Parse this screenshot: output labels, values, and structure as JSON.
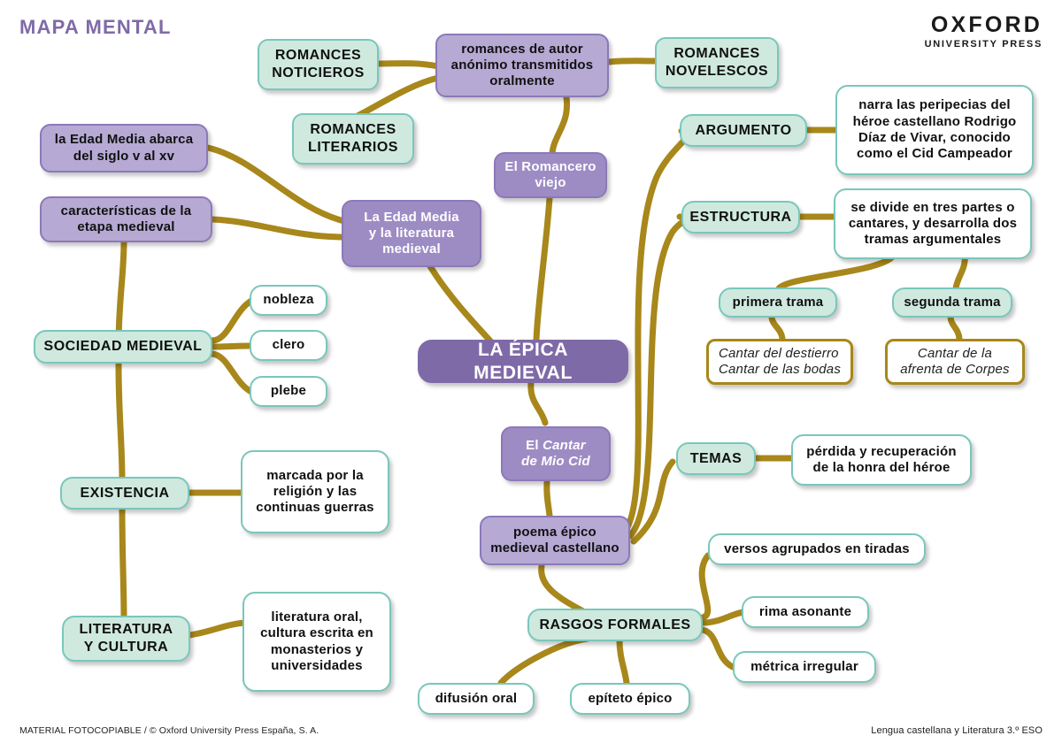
{
  "header": {
    "title": "MAPA MENTAL",
    "logo_line1": "OXFORD",
    "logo_line2": "UNIVERSITY PRESS"
  },
  "footer": {
    "left": "MATERIAL FOTOCOPIABLE / © Oxford University Press España, S. A.",
    "right": "Lengua castellana y Literatura 3.º ESO"
  },
  "colors": {
    "accent_purple": "#7f6aa8",
    "purple_light": "#b6a9d4",
    "purple_dark": "#9d8cc4",
    "teal_fill": "#cfe9df",
    "teal_border": "#79c7bb",
    "gold": "#a8871b",
    "link": "#a8871b"
  },
  "nodes": {
    "center": "LA ÉPICA MEDIEVAL",
    "romances_anonimos": "romances de autor anónimo transmitidos oralmente",
    "romances_noticieros": "ROMANCES NOTICIEROS",
    "romances_literarios": "ROMANCES LITERARIOS",
    "romances_novelescos": "ROMANCES NOVELESCOS",
    "romancero_viejo": "El Romancero viejo",
    "edad_media_siglos": "la Edad Media abarca del siglo v al xv",
    "caracteristicas": "características de la etapa medieval",
    "edad_media_literatura": "La Edad Media y la literatura medieval",
    "sociedad_medieval": "SOCIEDAD MEDIEVAL",
    "nobleza": "nobleza",
    "clero": "clero",
    "plebe": "plebe",
    "existencia": "EXISTENCIA",
    "existencia_desc": "marcada por la religión y las continuas guerras",
    "literatura_cultura": "LITERATURA Y CULTURA",
    "literatura_cultura_desc": "literatura oral, cultura escrita en monasterios y universidades",
    "cantar_mio_cid_prefix": "El ",
    "cantar_mio_cid_title": "Cantar de Mio Cid",
    "poema_epico": "poema épico medieval castellano",
    "argumento": "ARGUMENTO",
    "argumento_desc": "narra las peripecias del héroe castellano Rodrigo Díaz de Vivar, conocido como el Cid Campeador",
    "estructura": "ESTRUCTURA",
    "estructura_desc": "se divide en tres partes o cantares, y desarrolla dos tramas argumentales",
    "primera_trama": "primera trama",
    "primera_trama_desc": "Cantar del destierro Cantar de las bodas",
    "segunda_trama": "segunda trama",
    "segunda_trama_desc": "Cantar de la afrenta de Corpes",
    "temas": "TEMAS",
    "temas_desc": "pérdida y recuperación de la honra del héroe",
    "rasgos_formales": "RASGOS FORMALES",
    "versos_tiradas": "versos agrupados en tiradas",
    "rima_asonante": "rima asonante",
    "metrica_irregular": "métrica irregular",
    "difusion_oral": "difusión oral",
    "epiteto_epico": "epíteto épico"
  },
  "node_lines": {
    "romances_anonimos": [
      "romances de autor",
      "anónimo transmitidos",
      "oralmente"
    ],
    "romances_noticieros": [
      "ROMANCES",
      "NOTICIEROS"
    ],
    "romances_literarios": [
      "ROMANCES",
      "LITERARIOS"
    ],
    "romances_novelescos": [
      "ROMANCES",
      "NOVELESCOS"
    ],
    "romancero_viejo": [
      "El Romancero",
      "viejo"
    ],
    "edad_media_siglos": [
      "la Edad Media abarca",
      "del siglo v al xv"
    ],
    "caracteristicas": [
      "características de la",
      "etapa medieval"
    ],
    "edad_media_literatura": [
      "La Edad Media",
      "y la literatura",
      "medieval"
    ],
    "existencia_desc": [
      "marcada por la",
      "religión y las",
      "continuas guerras"
    ],
    "literatura_cultura": [
      "LITERATURA",
      "Y CULTURA"
    ],
    "literatura_cultura_desc": [
      "literatura oral,",
      "cultura escrita en",
      "monasterios y",
      "universidades"
    ],
    "cantar_mio_cid": [
      "El Cantar",
      "de Mio Cid"
    ],
    "poema_epico": [
      "poema épico",
      "medieval castellano"
    ],
    "argumento_desc": [
      "narra las peripecias del",
      "héroe castellano Rodrigo",
      "Díaz de Vivar, conocido",
      "como el Cid Campeador"
    ],
    "estructura_desc": [
      "se divide en tres partes o",
      "cantares, y desarrolla dos",
      "tramas argumentales"
    ],
    "primera_trama_desc": [
      "Cantar del destierro",
      "Cantar de las bodas"
    ],
    "segunda_trama_desc": [
      "Cantar de la",
      "afrenta de Corpes"
    ],
    "temas_desc": [
      "pérdida y recuperación",
      "de la honra del héroe"
    ]
  }
}
